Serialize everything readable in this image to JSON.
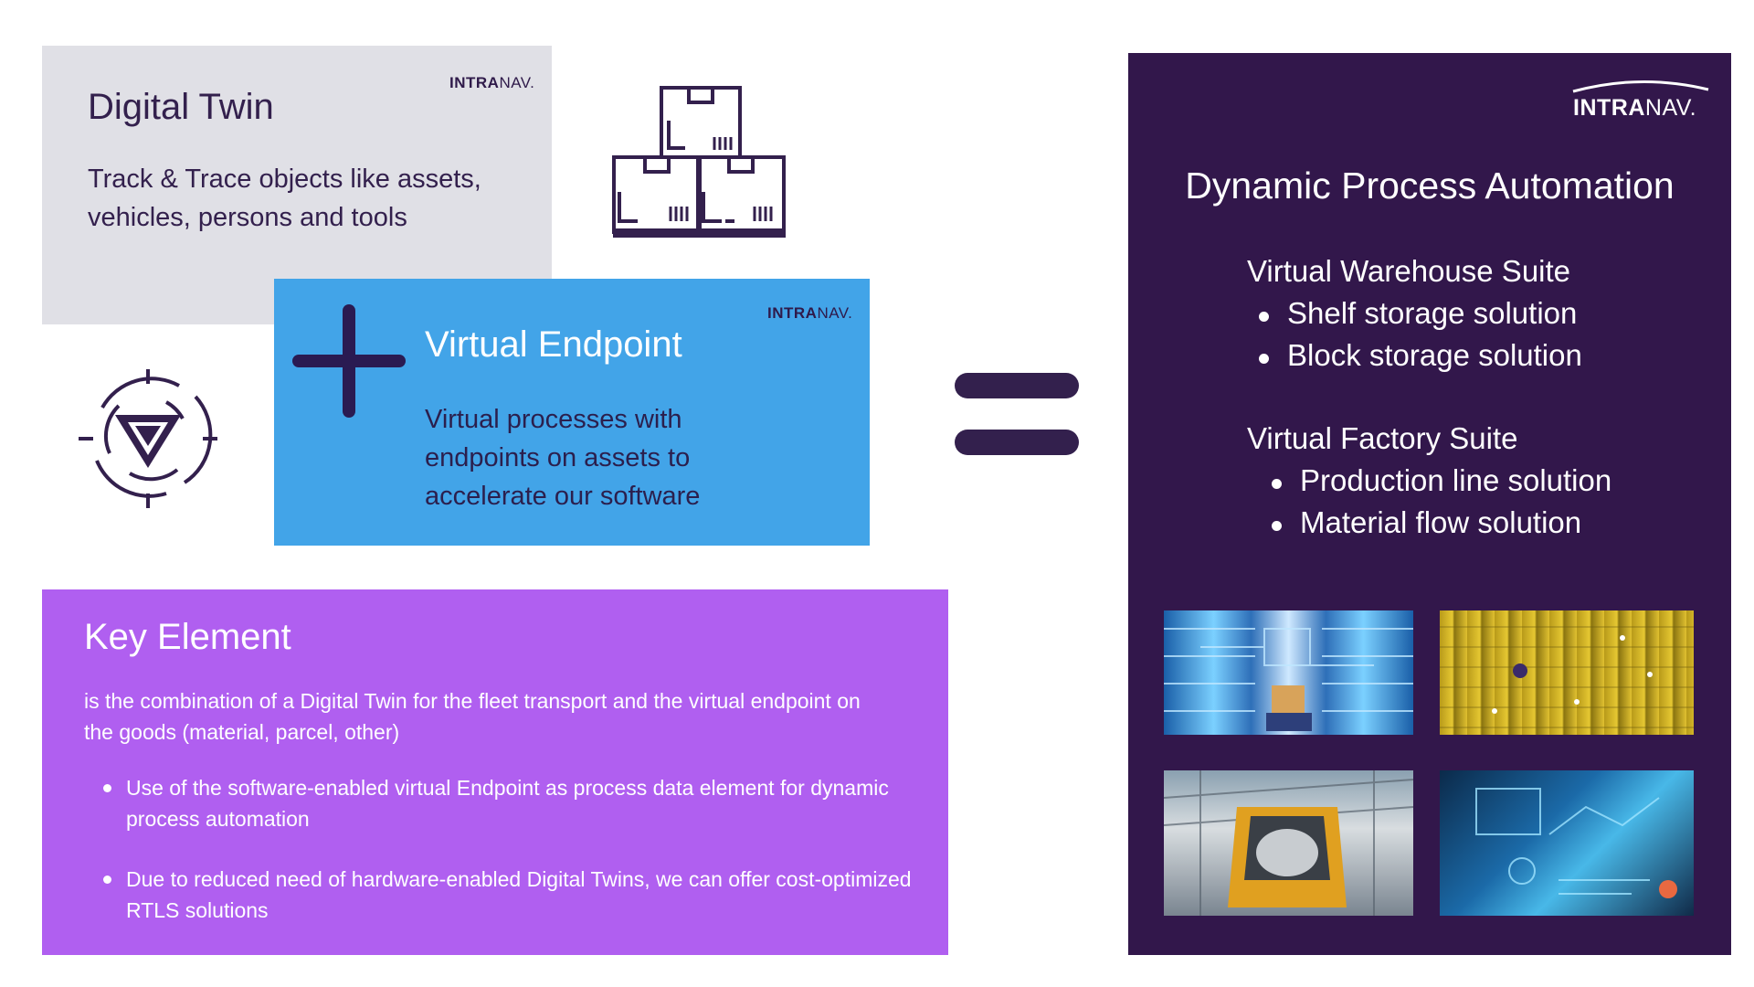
{
  "brand": {
    "bold": "INTRA",
    "light": "NAV."
  },
  "digital_twin": {
    "title": "Digital Twin",
    "text": "Track & Trace objects like assets, vehicles, persons and tools"
  },
  "virtual_endpoint": {
    "title": "Virtual Endpoint",
    "text": "Virtual processes with endpoints on assets to accelerate our software"
  },
  "key_element": {
    "title": "Key Element",
    "intro": "is the combination of a Digital Twin for the fleet transport and the virtual endpoint on the goods (material, parcel, other)",
    "bullets": [
      "Use of the software-enabled virtual Endpoint as process data element for dynamic process automation",
      "Due to reduced need of hardware-enabled Digital Twins, we can offer cost-optimized RTLS solutions"
    ]
  },
  "dpa": {
    "title": "Dynamic Process Automation",
    "warehouse": {
      "title": "Virtual Warehouse Suite",
      "items": [
        "Shelf storage solution",
        "Block storage solution"
      ]
    },
    "factory": {
      "title": "Virtual Factory Suite",
      "items": [
        "Production line solution",
        "Material flow solution"
      ]
    }
  },
  "colors": {
    "dark_purple": "#32174b",
    "blue": "#42a4e8",
    "violet": "#b05ff0",
    "grey": "#e0e0e6"
  },
  "icons": [
    "boxes-icon",
    "target-triangle-icon",
    "plus-icon",
    "equals-icon"
  ]
}
